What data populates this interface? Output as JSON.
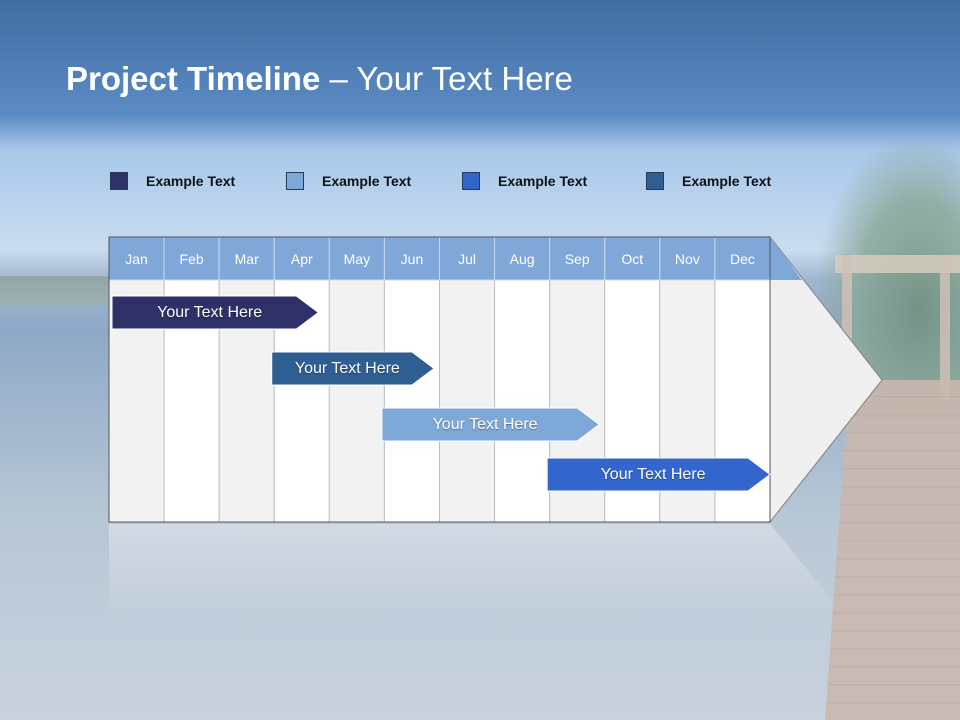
{
  "slide": {
    "title_bold": "Project Timeline",
    "title_rest": " – Your Text Here"
  },
  "legend": [
    {
      "label": "Example Text",
      "color": "#2e3168"
    },
    {
      "label": "Example Text",
      "color": "#7ea8d8"
    },
    {
      "label": "Example Text",
      "color": "#3366cc"
    },
    {
      "label": "Example Text",
      "color": "#2f5e93"
    }
  ],
  "months": [
    "Jan",
    "Feb",
    "Mar",
    "Apr",
    "May",
    "Jun",
    "Jul",
    "Aug",
    "Sep",
    "Oct",
    "Nov",
    "Dec"
  ],
  "tasks": [
    {
      "label": "Your  Text Here",
      "start": 0.0,
      "end": 3.8,
      "color": "#2e3168"
    },
    {
      "label": "Your  Text Here",
      "start": 2.9,
      "end": 5.9,
      "color": "#2f5e93"
    },
    {
      "label": "Your  Text Here",
      "start": 4.9,
      "end": 8.9,
      "color": "#7ea8d8"
    },
    {
      "label": "Your  Text Here",
      "start": 7.9,
      "end": 12.0,
      "color": "#3366cc"
    }
  ],
  "colors": {
    "header": "#7fa7d8",
    "grid_a": "#f2f2f2",
    "grid_b": "#ffffff"
  }
}
